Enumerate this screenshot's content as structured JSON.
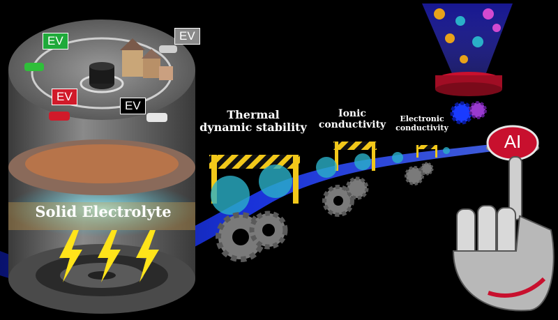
{
  "labels": {
    "solid_electrolyte": "Solid Electrolyte",
    "thermal_line1": "Thermal",
    "thermal_line2": "dynamic stability",
    "ionic_line1": "Ionic",
    "ionic_line2": "conductivity",
    "electronic_line1": "Electronic",
    "electronic_line2": "conductivity",
    "ai": "AI"
  },
  "ev_badges": [
    {
      "text": "EV",
      "color": "#1faa3a"
    },
    {
      "text": "EV",
      "color": "#8a8a8a"
    },
    {
      "text": "EV",
      "color": "#d11a2a"
    },
    {
      "text": "EV",
      "color": "#000000"
    }
  ],
  "colors": {
    "background": "#000000",
    "ribbon": "#1a2fd6",
    "barrier_stripe": "#f2c81a",
    "gear": "#7a7a7a",
    "lightning": "#ffe41a",
    "ai_button": "#c8102e",
    "electrolyte_glow": "#5fe3f0"
  }
}
